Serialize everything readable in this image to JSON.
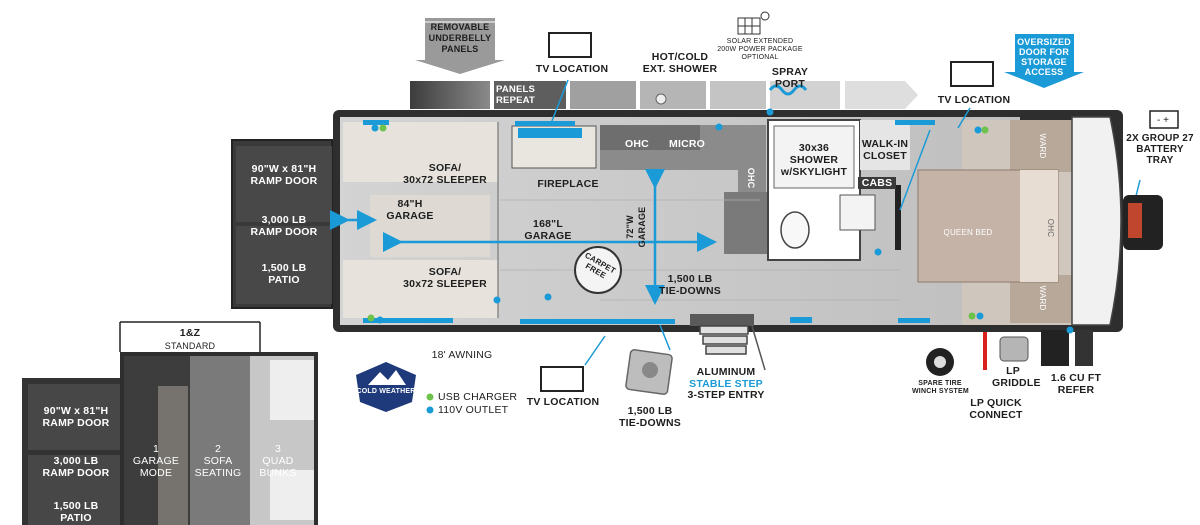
{
  "labels": {
    "removable_panels": "REMOVABLE\nUNDERBELLY\nPANELS",
    "panels_repeat": "PANELS\nREPEAT",
    "tv_top": "TV LOCATION",
    "hot_cold_shower": "HOT/COLD\nEXT. SHOWER",
    "solar": "SOLAR EXTENDED\n200W POWER PACKAGE\nOPTIONAL",
    "spray_port": "SPRAY\nPORT",
    "tv_right": "TV LOCATION",
    "oversized_door": "OVERSIZED\nDOOR FOR\nSTORAGE\nACCESS",
    "battery_tray": "2X GROUP 27\nBATTERY\nTRAY",
    "ramp_door": "90\"W x 81\"H\nRAMP DOOR",
    "ramp_lb": "3,000 LB\nRAMP DOOR",
    "patio": "1,500 LB\nPATIO",
    "sofa_top": "SOFA/\n30x72 SLEEPER",
    "sofa_bottom": "SOFA/\n30x72 SLEEPER",
    "garage_84": "84\"H\nGARAGE",
    "garage_168": "168\"L\nGARAGE",
    "garage_72": "72\"W\nGARAGE",
    "fireplace": "FIREPLACE",
    "ohc_kitchen": "OHC",
    "micro": "MICRO",
    "ohc_side": "OHC",
    "carpet_free": "CARPET\nFREE",
    "tie_downs_center": "1,500 LB\nTIE-DOWNS",
    "shower": "30x36\nSHOWER\nw/SKYLIGHT",
    "walk_in": "WALK-IN\nCLOSET",
    "cabs": "CABS",
    "queen_bed": "QUEEN BED",
    "ward_top": "WARD",
    "ward_bottom": "WARD",
    "ohc_bed": "OHC",
    "awning": "18' AWNING",
    "tv_bottom": "TV LOCATION",
    "tie_downs_bottom": "1,500 LB\nTIE-DOWNS",
    "aluminum": "ALUMINUM",
    "stable_step": "STABLE STEP",
    "step_entry": "3-STEP ENTRY",
    "spare_tire": "SPARE TIRE\nWINCH SYSTEM",
    "lp_quick": "LP QUICK\nCONNECT",
    "lp_griddle": "LP\nGRIDDLE",
    "refer": "1.6 CU FT\nREFER",
    "cold_weather": "COLD WEATHER",
    "usb_charger": "USB CHARGER",
    "outlet": "110V OUTLET"
  },
  "inset": {
    "title": "1&Z",
    "subtitle": "STANDARD",
    "ramp_door": "90\"W x 81\"H\nRAMP DOOR",
    "ramp_lb": "3,000 LB\nRAMP DOOR",
    "patio": "1,500 LB\nPATIO",
    "mode1": "1\nGARAGE\nMODE",
    "mode2": "2\nSOFA\nSEATING",
    "mode3": "3\nQUAD\nBUNKS"
  },
  "colors": {
    "accent_blue": "#1a9ad6",
    "usb_green": "#6cc24a",
    "outlet_blue": "#1a9ad6",
    "wall": "#3a3a3a",
    "floor": "#c9c9c9",
    "bedroom": "#b9a99a"
  }
}
